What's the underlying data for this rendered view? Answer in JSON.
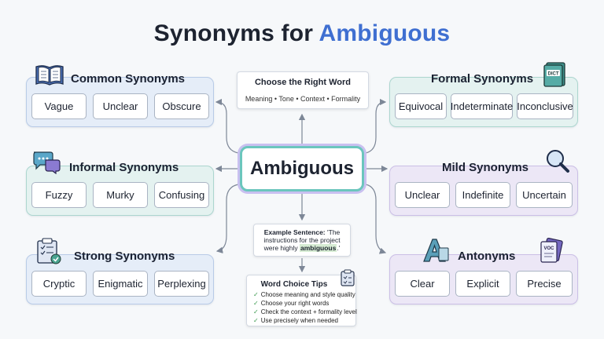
{
  "title": {
    "prefix": "Synonyms for",
    "accent": "Ambiguous"
  },
  "center": {
    "label": "Ambiguous"
  },
  "choose": {
    "heading": "Choose the Right Word",
    "subtitle": "Meaning • Tone • Context • Formality"
  },
  "example": {
    "lead": "Example Sentence:",
    "text_before": "'The instructions for the project were highly",
    "highlight": "ambiguous",
    "text_after": ".'"
  },
  "tips": {
    "heading": "Word Choice Tips",
    "items": [
      "Choose meaning and style quality",
      "Choose your right words",
      "Check the context + formality level",
      "Use precisely when needed"
    ]
  },
  "groups": {
    "common": {
      "title": "Common Synonyms",
      "words": [
        "Vague",
        "Unclear",
        "Obscure"
      ]
    },
    "informal": {
      "title": "Informal Synonyms",
      "words": [
        "Fuzzy",
        "Murky",
        "Confusing"
      ]
    },
    "strong": {
      "title": "Strong Synonyms",
      "words": [
        "Cryptic",
        "Enigmatic",
        "Perplexing"
      ]
    },
    "formal": {
      "title": "Formal Synonyms",
      "words": [
        "Equivocal",
        "Indeterminate",
        "Inconclusive"
      ]
    },
    "mild": {
      "title": "Mild Synonyms",
      "words": [
        "Unclear",
        "Indefinite",
        "Uncertain"
      ]
    },
    "antonyms": {
      "title": "Antonyms",
      "words": [
        "Clear",
        "Explicit",
        "Precise"
      ]
    }
  },
  "icons": {
    "common": "open-book-icon",
    "informal": "speech-bubbles-icon",
    "strong": "clipboard-check-icon",
    "formal": "dictionary-icon",
    "mild": "magnifier-icon",
    "antonyms": "letter-a-document-icon",
    "tips": "checklist-icon"
  },
  "icon_labels": {
    "dictionary": "DICT",
    "antonym_doc": "VOC"
  },
  "colors": {
    "accent": "#3f6fd1",
    "teal": "#6bc6bd",
    "purple": "#c9c0f0",
    "connector": "#7d8797"
  }
}
